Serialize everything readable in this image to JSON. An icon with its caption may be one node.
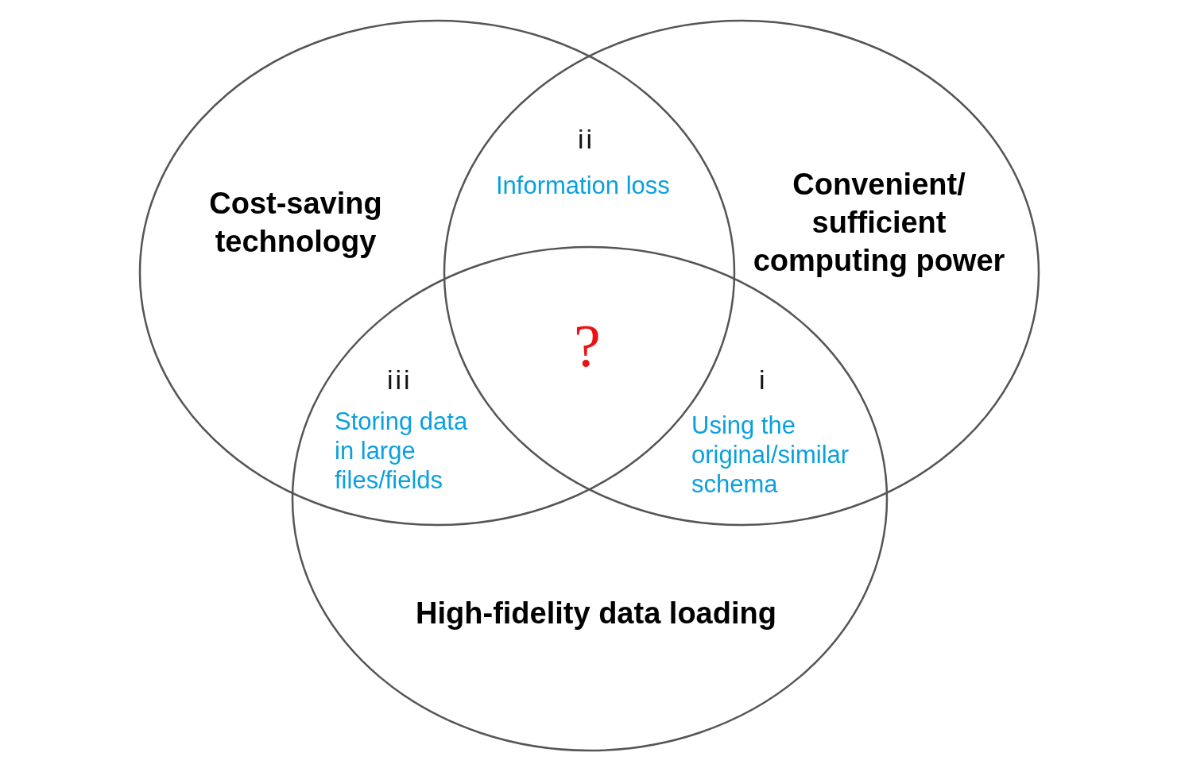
{
  "diagram": {
    "nodes": [
      {
        "text": [
          "Cost-saving technology"
        ]
      },
      {
        "text": [
          "Convenient/ sufficient computing power"
        ]
      },
      {
        "text": [
          "High-fidelity data loading"
        ]
      }
    ],
    "labels": [
      "ii",
      "Information loss",
      "iii",
      "Storing data in large files/fields",
      "?",
      "i",
      "Using the original/similar schema"
    ]
  }
}
